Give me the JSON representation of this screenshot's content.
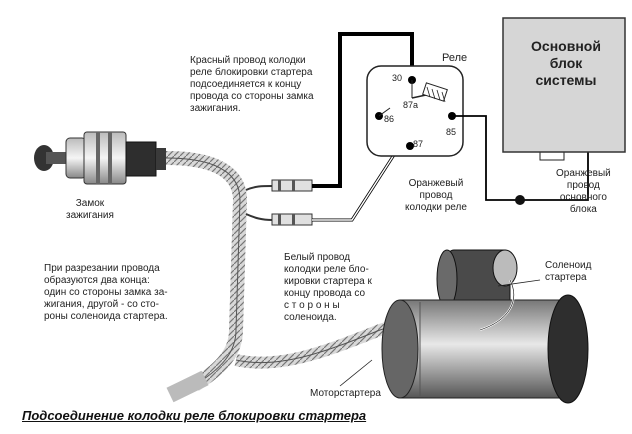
{
  "labels": {
    "relay_title": "Реле",
    "pin_30": "30",
    "pin_87a": "87a",
    "pin_86": "86",
    "pin_85": "85",
    "pin_87": "87",
    "ecu": "Основной\nблок\nсистемы",
    "red_wire_note": "Красный провод колодки\nреле блокировки стартера\nподсоединяется к концу\nпровода со стороны замка\nзажигания.",
    "ignition_lock": "Замок\nзажигания",
    "orange_wire_relay": "Оранжевый\nпровод\nколодки реле",
    "orange_wire_main": "Оранжевый\nпровод\nосновного\nблока",
    "white_wire_note": "Белый провод\nколодки реле бло-\nкировки стартера к\nконцу провода со\nс т о р о н ы\nсоленоида.",
    "solenoid": "Соленоид\nстартера",
    "cut_note": "При разрезании провода\nобразуются два конца:\nодин со стороны замка за-\nжигания, другой - со сто-\nроны соленоида стартера.",
    "motor_harness": "Моторстартера",
    "caption": "Подсоединение колодки реле блокировки стартера"
  },
  "colors": {
    "red_wire": "#000000",
    "white_wire": "#000000",
    "ecu_fill": "#d6d6d6",
    "motor_body": "#4a4a4a"
  }
}
